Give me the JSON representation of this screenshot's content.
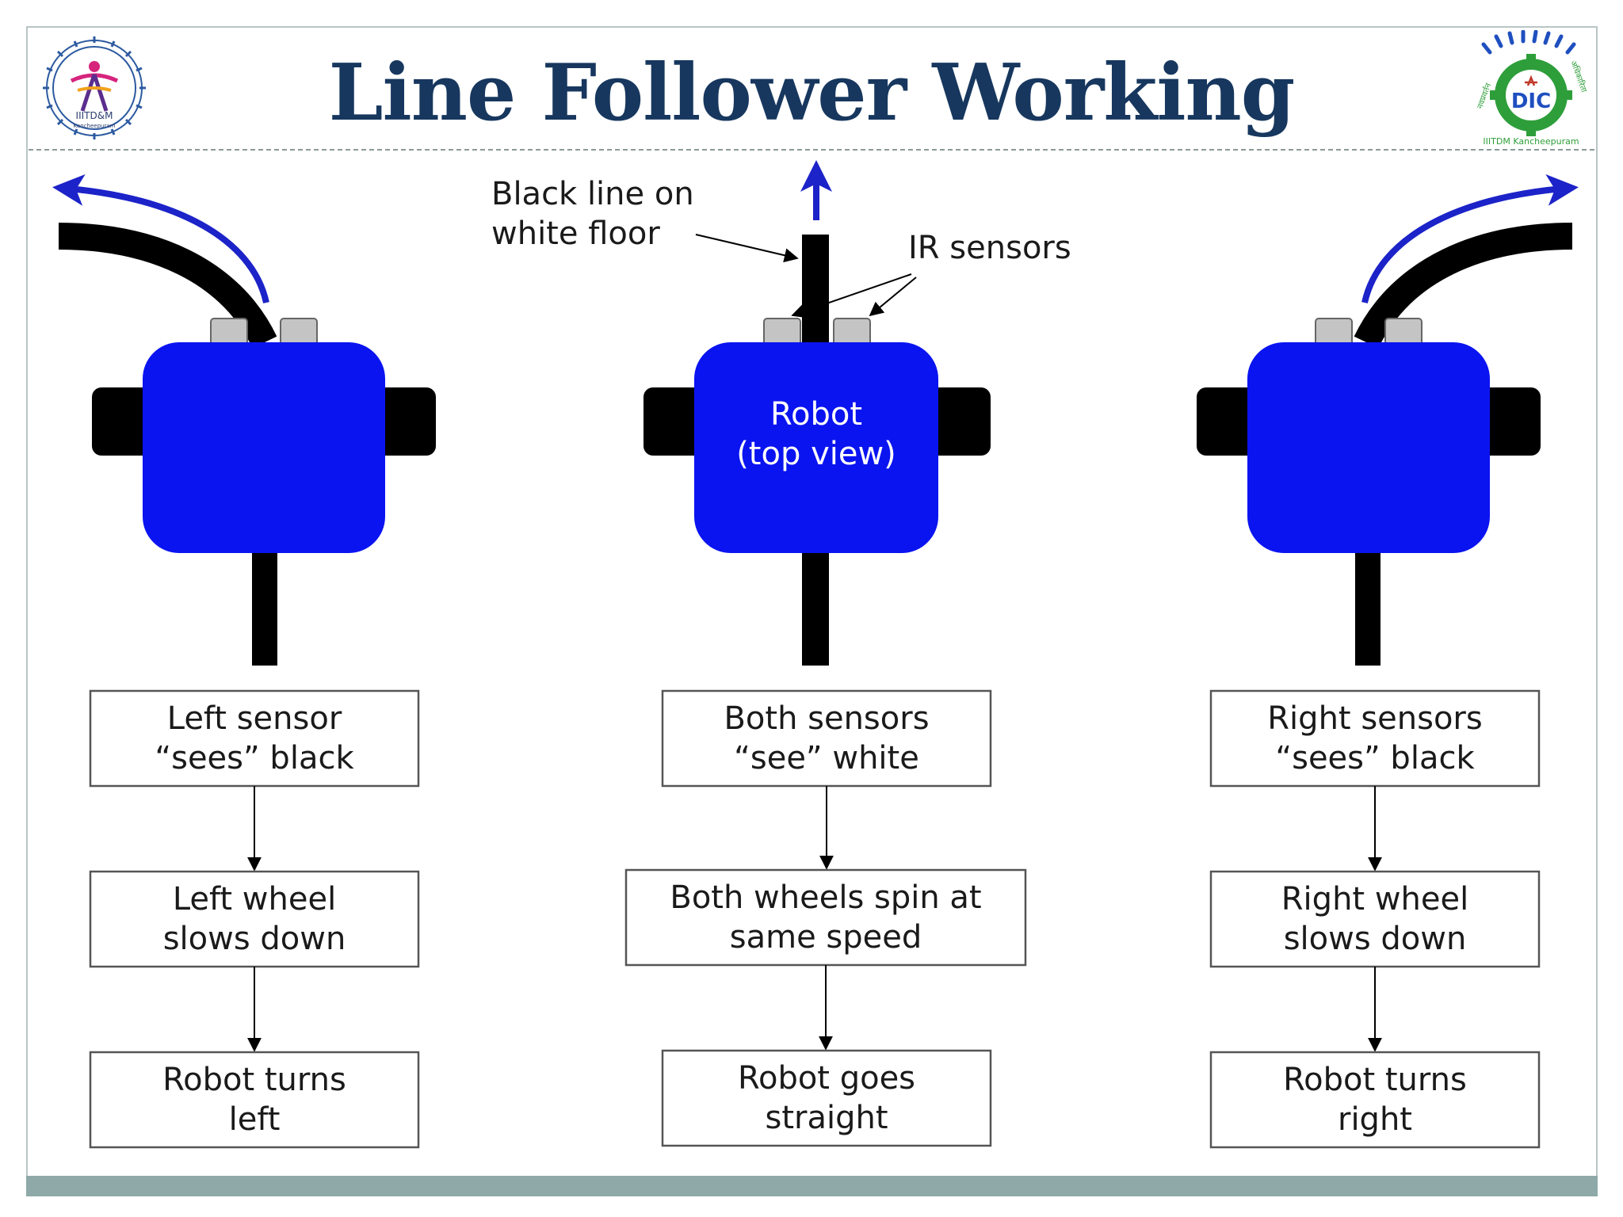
{
  "title": "Line Follower Working",
  "logos": {
    "left": {
      "line1": "IIITD&M",
      "line2": "Kancheepuram"
    },
    "right": {
      "main": "DIC",
      "arc_left": "नवप्रवर्तन",
      "arc_right": "अधिकारिता",
      "caption": "IIITDM Kancheepuram"
    }
  },
  "annotations": {
    "line_label": [
      "Black line on",
      "white floor"
    ],
    "sensor_label": "IR sensors",
    "robot_label": [
      "Robot",
      "(top view)"
    ]
  },
  "colors": {
    "robot": "#0a14f0",
    "arrow": "#1c23c8",
    "title": "#17375e",
    "line": "#000000",
    "sensor": "#c4c4c4"
  },
  "columns": [
    {
      "id": "left",
      "boxes": [
        [
          "Left sensor",
          "“sees” black"
        ],
        [
          "Left wheel",
          "slows down"
        ],
        [
          "Robot turns",
          "left"
        ]
      ]
    },
    {
      "id": "center",
      "boxes": [
        [
          "Both sensors",
          "“see” white"
        ],
        [
          "Both wheels spin at",
          "same speed"
        ],
        [
          "Robot goes",
          "straight"
        ]
      ]
    },
    {
      "id": "right",
      "boxes": [
        [
          "Right sensors",
          "“sees” black"
        ],
        [
          "Right wheel",
          "slows down"
        ],
        [
          "Robot turns",
          "right"
        ]
      ]
    }
  ]
}
